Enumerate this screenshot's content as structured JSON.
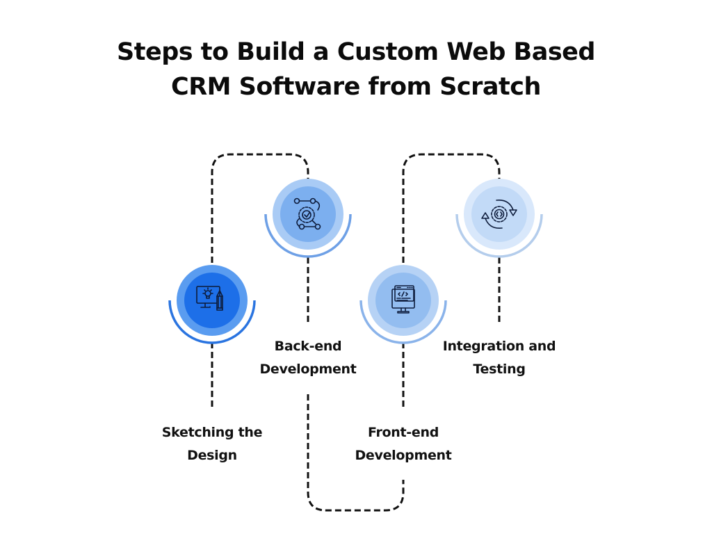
{
  "title": {
    "line1": "Steps to Build a Custom Web Based",
    "line2": "CRM Software from Scratch"
  },
  "steps": [
    {
      "label_line1": "Sketching the",
      "label_line2": "Design",
      "icon": "monitor-lightbulb-pencil-icon",
      "colors": {
        "outer": "#5a9cf0",
        "inner": "#1d6fe8",
        "arc": "#2a74e0"
      }
    },
    {
      "label_line1": "Back-end",
      "label_line2": "Development",
      "icon": "gear-workflow-magnifier-icon",
      "colors": {
        "outer": "#a9cbf5",
        "inner": "#7cafef",
        "arc": "#6ea0e6"
      }
    },
    {
      "label_line1": "Front-end",
      "label_line2": "Development",
      "icon": "code-monitor-icon",
      "colors": {
        "outer": "#b6d2f5",
        "inner": "#93bdf0",
        "arc": "#8ab3ea"
      }
    },
    {
      "label_line1": "Integration and",
      "label_line2": "Testing",
      "icon": "gear-code-cycle-icon",
      "colors": {
        "outer": "#d9e8fb",
        "inner": "#c2daf7",
        "arc": "#b4cdec"
      }
    }
  ],
  "connector_color": "#111111"
}
